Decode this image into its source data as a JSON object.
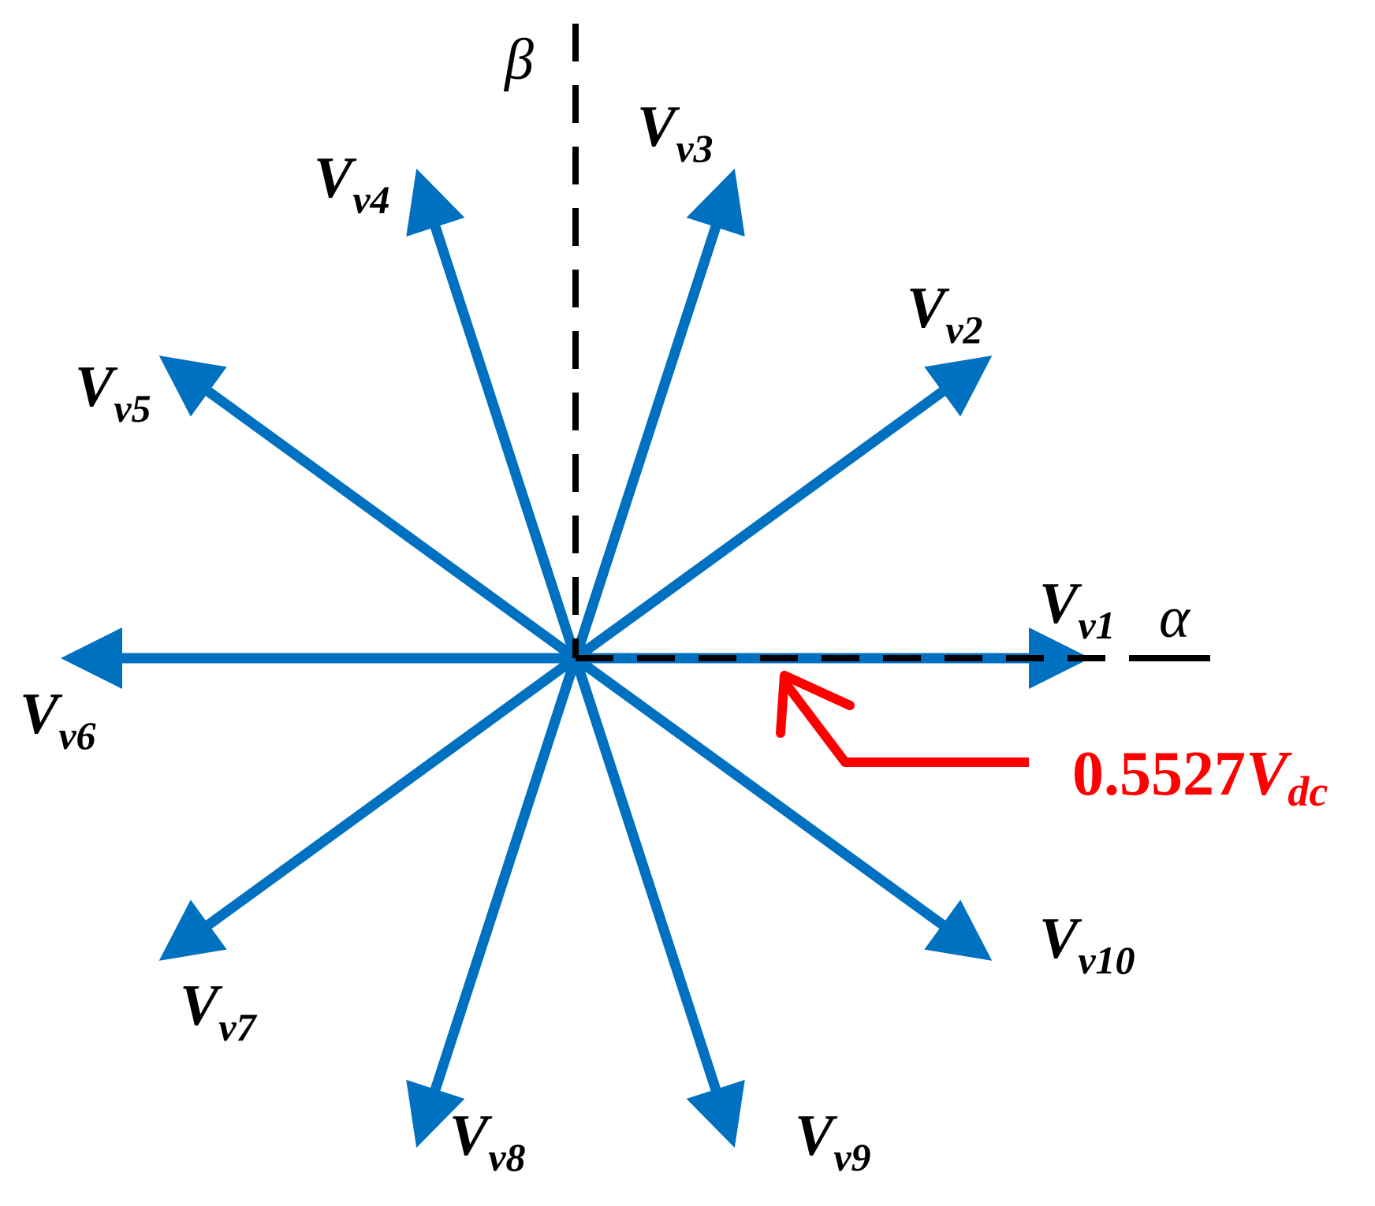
{
  "axes": {
    "alpha_label": "α",
    "beta_label": "β",
    "color": "#000000"
  },
  "vectors": [
    {
      "main": "V",
      "sub": "v1",
      "angle_deg": 0
    },
    {
      "main": "V",
      "sub": "v2",
      "angle_deg": 36
    },
    {
      "main": "V",
      "sub": "v3",
      "angle_deg": 72
    },
    {
      "main": "V",
      "sub": "v4",
      "angle_deg": 108
    },
    {
      "main": "V",
      "sub": "v5",
      "angle_deg": 144
    },
    {
      "main": "V",
      "sub": "v6",
      "angle_deg": 180
    },
    {
      "main": "V",
      "sub": "v7",
      "angle_deg": 216
    },
    {
      "main": "V",
      "sub": "v8",
      "angle_deg": 252
    },
    {
      "main": "V",
      "sub": "v9",
      "angle_deg": 288
    },
    {
      "main": "V",
      "sub": "v10",
      "angle_deg": 324
    }
  ],
  "vector_color": "#0070C0",
  "magnitude": {
    "value": "0.5527",
    "symbol": "V",
    "subscript": "dc",
    "color": "#FF0000"
  }
}
